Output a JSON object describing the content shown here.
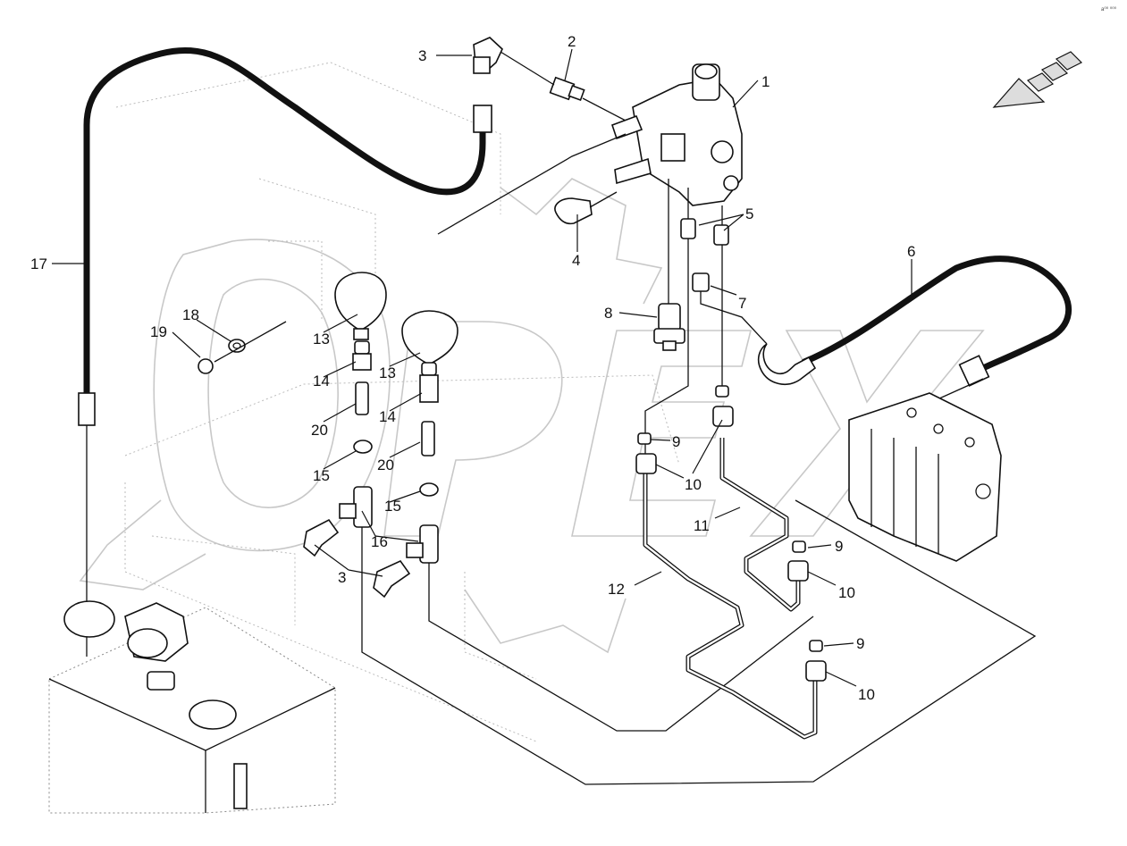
{
  "corner_mark": "a⁰⁰ ⁰⁰⁰",
  "watermark_letters": [
    "O",
    "P",
    "E",
    "X"
  ],
  "callouts": [
    {
      "id": "c1",
      "text": "1"
    },
    {
      "id": "c2",
      "text": "2"
    },
    {
      "id": "c3a",
      "text": "3"
    },
    {
      "id": "c3b",
      "text": "3"
    },
    {
      "id": "c4",
      "text": "4"
    },
    {
      "id": "c5",
      "text": "5"
    },
    {
      "id": "c6",
      "text": "6"
    },
    {
      "id": "c7",
      "text": "7"
    },
    {
      "id": "c8",
      "text": "8"
    },
    {
      "id": "c9a",
      "text": "9"
    },
    {
      "id": "c9b",
      "text": "9"
    },
    {
      "id": "c9c",
      "text": "9"
    },
    {
      "id": "c10a",
      "text": "10"
    },
    {
      "id": "c10b",
      "text": "10"
    },
    {
      "id": "c10c",
      "text": "10"
    },
    {
      "id": "c11",
      "text": "11"
    },
    {
      "id": "c12",
      "text": "12"
    },
    {
      "id": "c13a",
      "text": "13"
    },
    {
      "id": "c13b",
      "text": "13"
    },
    {
      "id": "c14a",
      "text": "14"
    },
    {
      "id": "c14b",
      "text": "14"
    },
    {
      "id": "c15a",
      "text": "15"
    },
    {
      "id": "c15b",
      "text": "15"
    },
    {
      "id": "c16",
      "text": "16"
    },
    {
      "id": "c17",
      "text": "17"
    },
    {
      "id": "c18",
      "text": "18"
    },
    {
      "id": "c19",
      "text": "19"
    },
    {
      "id": "c20a",
      "text": "20"
    },
    {
      "id": "c20b",
      "text": "20"
    }
  ]
}
